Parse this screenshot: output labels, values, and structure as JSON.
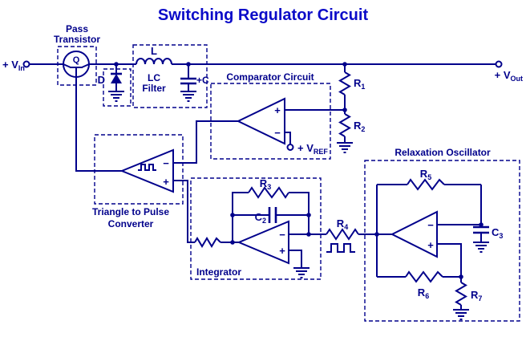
{
  "title": "Switching Regulator Circuit",
  "colors": {
    "circuit": "#00008B",
    "title": "#0B0BC8",
    "background": "#FFFFFF"
  },
  "sections": {
    "pass_transistor_line1": "Pass",
    "pass_transistor_line2": "Transistor",
    "lc_line1": "LC",
    "lc_line2": "Filter",
    "comparator": "Comparator Circuit",
    "converter_line1": "Triangle to Pulse",
    "converter_line2": "Converter",
    "integrator": "Integrator",
    "oscillator": "Relaxation Oscillator"
  },
  "terminals": {
    "v_in_prefix": "+ V",
    "v_in_sub": "In",
    "v_out_prefix": "+ V",
    "v_out_sub": "Out",
    "v_ref_prefix": "+ V",
    "v_ref_sub": "REF"
  },
  "components": {
    "transistor": "Q",
    "diode": "D",
    "inductor": "L",
    "cap_plus": "+",
    "cap": "C",
    "r1_sym": "R",
    "r1_sub": "1",
    "r2_sym": "R",
    "r2_sub": "2",
    "r3_sym": "R",
    "r3_sub": "3",
    "r4_sym": "R",
    "r4_sub": "4",
    "r5_sym": "R",
    "r5_sub": "5",
    "r6_sym": "R",
    "r6_sub": "6",
    "r7_sym": "R",
    "r7_sub": "7",
    "c2_sym": "C",
    "c2_sub": "2",
    "c3_sym": "C",
    "c3_sub": "3"
  },
  "opamp": {
    "plus": "+",
    "minus": "−"
  }
}
